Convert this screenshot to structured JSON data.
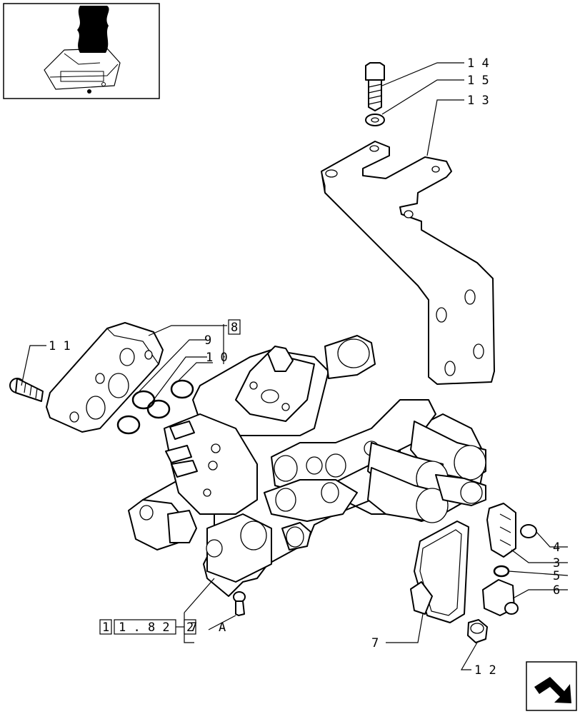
{
  "callouts": [
    {
      "id": "c1",
      "text": "1 4"
    },
    {
      "id": "c2",
      "text": "1 5"
    },
    {
      "id": "c3",
      "text": "1 3"
    },
    {
      "id": "c4",
      "text": "1 1"
    },
    {
      "id": "c5",
      "text": "8"
    },
    {
      "id": "c6",
      "text": "9"
    },
    {
      "id": "c7",
      "text": "1 0"
    },
    {
      "id": "c8",
      "text": "4"
    },
    {
      "id": "c9",
      "text": "3"
    },
    {
      "id": "c10",
      "text": "5"
    },
    {
      "id": "c11",
      "text": "6"
    },
    {
      "id": "c12",
      "text": "7"
    },
    {
      "id": "c13",
      "text": "1 2"
    },
    {
      "id": "c14",
      "text": "A"
    }
  ],
  "reference": {
    "box1": "1",
    "box2": "1 . 8 2",
    "box3": "2",
    "suffix": "7"
  },
  "colors": {
    "line": "#000000",
    "paper": "#ffffff"
  },
  "icons": {
    "thumbnail": "assembly-thumbnail",
    "nav": "next-page-arrow-icon"
  }
}
